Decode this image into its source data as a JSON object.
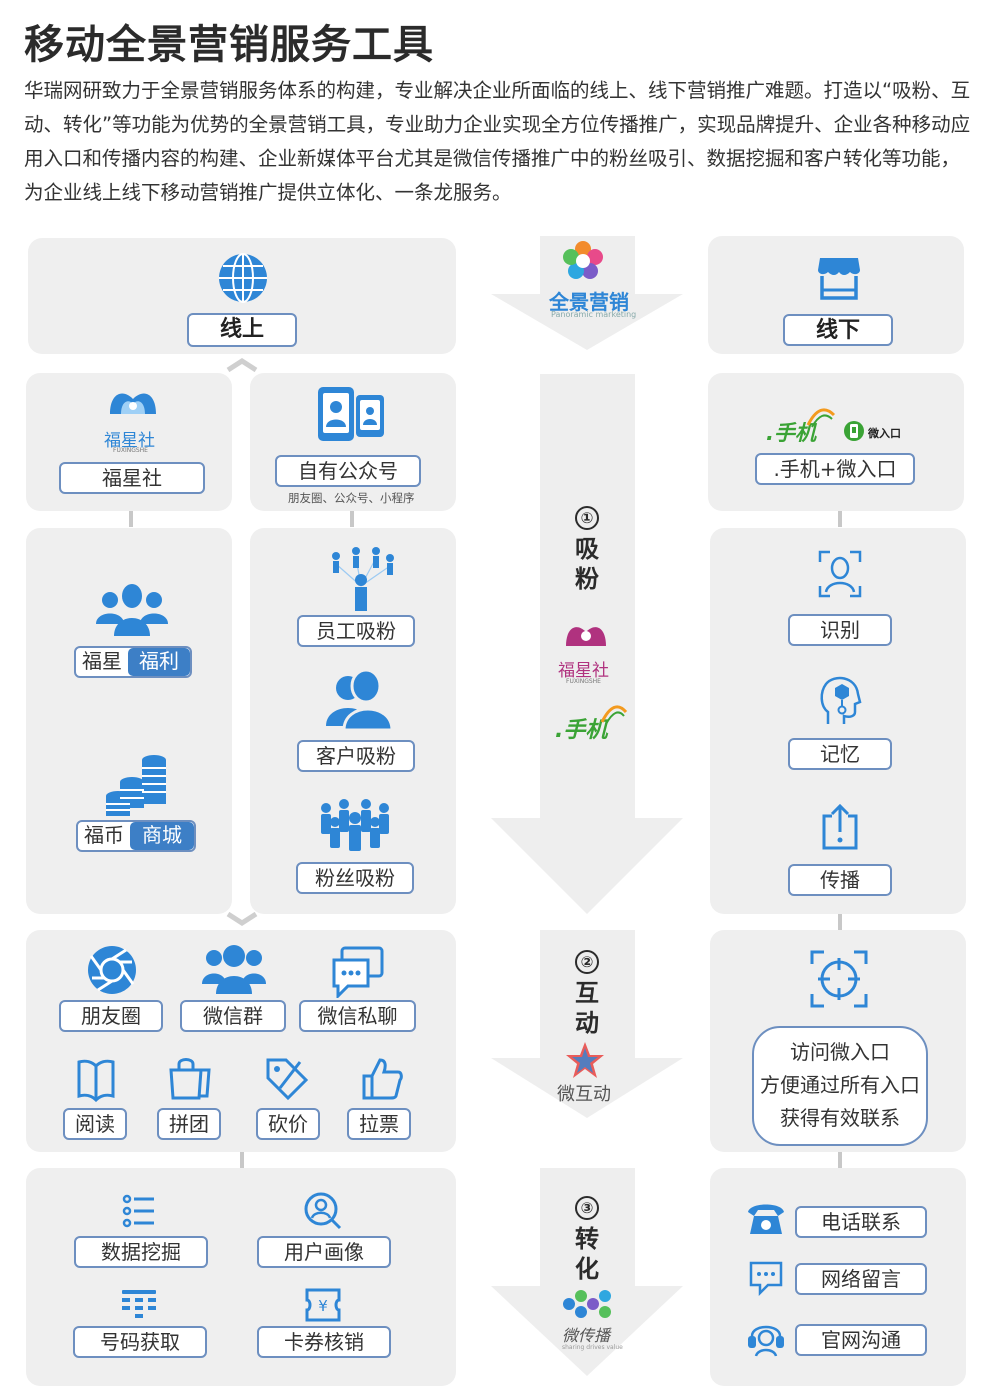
{
  "title": "移动全景营销服务工具",
  "intro": "华瑞网研致力于全景营销服务体系的构建，专业解决企业所面临的线上、线下营销推广难题。打造以“吸粉、互动、转化”等功能为优势的全景营销工具，专业助力企业实现全方位传播推广，实现品牌提升、企业各种移动应用入口和传播内容的构建、企业新媒体平台尤其是微信传播推广中的粉丝吸引、数据挖掘和客户转化等功能，为企业线上线下移动营销推广提供立体化、一条龙服务。",
  "center": {
    "brand_cn": "全景营销",
    "brand_en": "Panoramic marketing",
    "stage1": {
      "num": "①",
      "line1": "吸",
      "line2": "粉",
      "logo1": "福星社",
      "logo1_en": "FUXINGSHE",
      "logo2": ".手机"
    },
    "stage2": {
      "num": "②",
      "line1": "互",
      "line2": "动",
      "logo": "微互动"
    },
    "stage3": {
      "num": "③",
      "line1": "转",
      "line2": "化",
      "logo": "微传播",
      "logo_en": "sharing drives value"
    }
  },
  "online": {
    "header": "线上",
    "fuxingshe_logo": "福星社",
    "fuxingshe_logo_en": "FUXINGSHE",
    "fuxingshe": "福星社",
    "own_account": "自有公众号",
    "own_account_sub": "朋友圈、公众号、小程序",
    "welfare_left": "福星",
    "welfare_right": "福利",
    "mall_left": "福币",
    "mall_right": "商城",
    "staff": "员工吸粉",
    "customer": "客户吸粉",
    "fans": "粉丝吸粉",
    "moments": "朋友圈",
    "wechat_group": "微信群",
    "wechat_private": "微信私聊",
    "read": "阅读",
    "group_buy": "拼团",
    "bargain": "砍价",
    "vote": "拉票",
    "data_mining": "数据挖掘",
    "user_profile": "用户画像",
    "number_get": "号码获取",
    "coupon": "卡券核销"
  },
  "offline": {
    "header": "线下",
    "logo_phone": ".手机",
    "logo_micro": "微入口",
    "phone_entry": ".手机+微入口",
    "identify": "识别",
    "memory": "记忆",
    "spread": "传播",
    "visit_lines": [
      "访问微入口",
      "方便通过所有入口",
      "获得有效联系"
    ],
    "phone_contact": "电话联系",
    "online_message": "网络留言",
    "website": "官网沟通"
  },
  "colors": {
    "accent": "#3d7fc6",
    "icon_blue": "#2e86d6",
    "panel": "#efefef"
  }
}
